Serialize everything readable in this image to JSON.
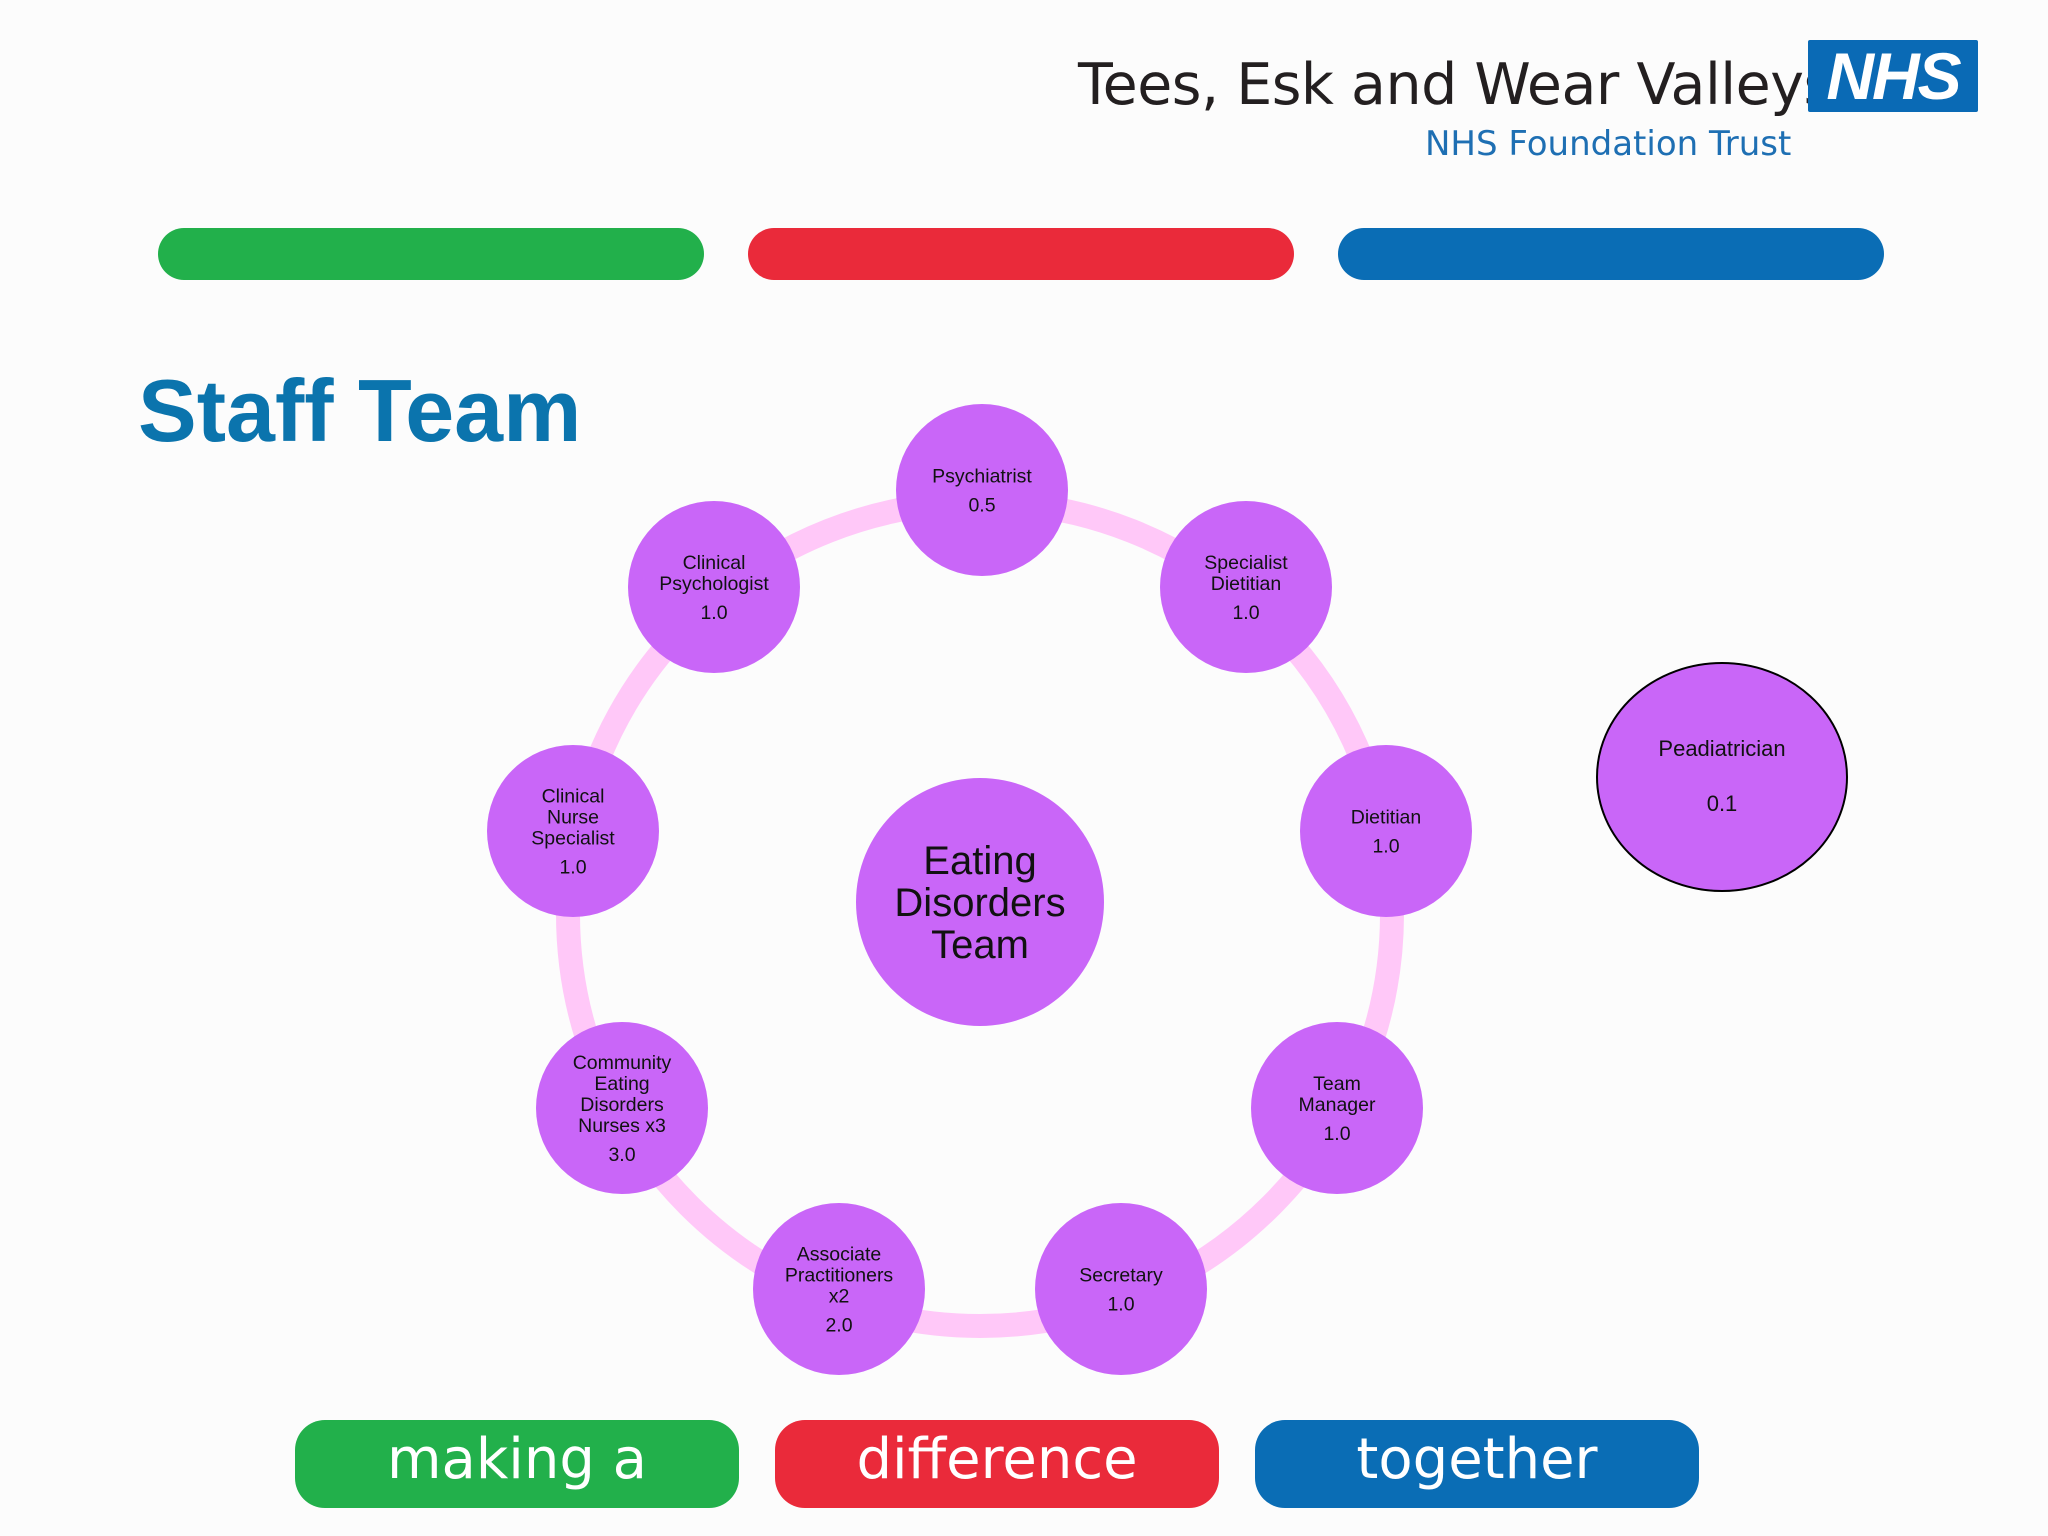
{
  "header": {
    "trust_name": "Tees, Esk and Wear Valleys",
    "trust_subtitle": "NHS Foundation Trust",
    "logo_text": "NHS"
  },
  "colors": {
    "green": "#22b04b",
    "red": "#ea2a3a",
    "blue": "#0a6db5",
    "node_purple": "#c966f8",
    "ring_pink": "#ffc8f8",
    "title_blue": "#0b74ad"
  },
  "title": "Staff Team",
  "diagram": {
    "center": {
      "lines": [
        "Eating",
        "Disorders",
        "Team"
      ]
    },
    "nodes": [
      {
        "id": "psychiatrist",
        "lines": [
          "Psychiatrist"
        ],
        "value": "0.5"
      },
      {
        "id": "specialist-dietitian",
        "lines": [
          "Specialist",
          "Dietitian"
        ],
        "value": "1.0"
      },
      {
        "id": "dietitian",
        "lines": [
          "Dietitian"
        ],
        "value": "1.0"
      },
      {
        "id": "team-manager",
        "lines": [
          "Team",
          "Manager"
        ],
        "value": "1.0"
      },
      {
        "id": "secretary",
        "lines": [
          "Secretary"
        ],
        "value": "1.0"
      },
      {
        "id": "associate-practitioners",
        "lines": [
          "Associate",
          "Practitioners",
          "x2"
        ],
        "value": "2.0"
      },
      {
        "id": "community-eating-disorders-nurses",
        "lines": [
          "Community",
          "Eating",
          "Disorders",
          "Nurses x3"
        ],
        "value": "3.0"
      },
      {
        "id": "clinical-nurse-specialist",
        "lines": [
          "Clinical",
          "Nurse",
          "Specialist"
        ],
        "value": "1.0"
      },
      {
        "id": "clinical-psychologist",
        "lines": [
          "Clinical",
          "Psychologist"
        ],
        "value": "1.0"
      }
    ],
    "external": {
      "label": "Peadiatrician",
      "value": "0.1"
    }
  },
  "footer": {
    "making": "making a",
    "difference": "difference",
    "together": "together"
  }
}
